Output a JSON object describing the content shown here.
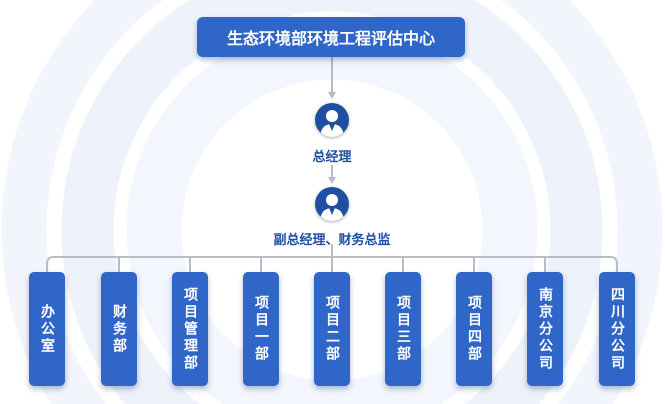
{
  "title": "生态环境部环境工程评估中心",
  "general_manager": {
    "label": "总经理",
    "icon": "person-icon"
  },
  "deputy": {
    "label": "副总经理、财务总监",
    "icon": "person-icon"
  },
  "departments": [
    {
      "label": "办公室"
    },
    {
      "label": "财务部"
    },
    {
      "label": "项目管理部"
    },
    {
      "label": "项目一部"
    },
    {
      "label": "项目二部"
    },
    {
      "label": "项目三部"
    },
    {
      "label": "项目四部"
    },
    {
      "label": "南京分公司"
    },
    {
      "label": "四川分公司"
    }
  ],
  "colors": {
    "box": "#2f66c8",
    "text_accent": "#1f4fa3",
    "connector": "#b7bcc6"
  }
}
